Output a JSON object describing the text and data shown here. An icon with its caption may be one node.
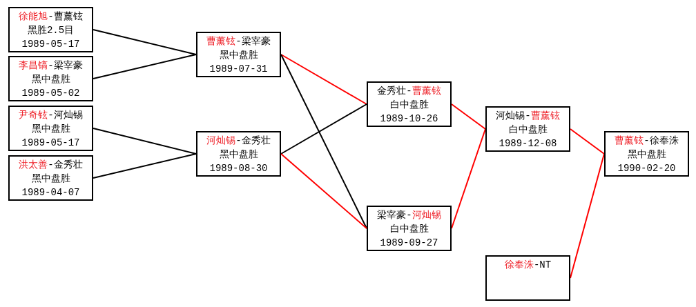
{
  "diagram": {
    "nodes": [
      {
        "text": [
          "徐能旭-曹薰铉",
          "黑胜2.5目",
          "1989-05-17"
        ]
      },
      {
        "text": [
          "李昌镐-梁宰豪",
          "黑中盘胜",
          "1989-05-02"
        ]
      },
      {
        "text": [
          "尹奇铉-河灿锡",
          "黑中盘胜",
          "1989-05-17"
        ]
      },
      {
        "text": [
          "洪太善-金秀壮",
          "黑中盘胜",
          "1989-04-07"
        ]
      },
      {
        "text": [
          "曹薰铉-梁宰豪",
          "黑中盘胜",
          "1989-07-31"
        ]
      },
      {
        "text": [
          "河灿锡-金秀壮",
          "黑中盘胜",
          "1989-08-30"
        ]
      },
      {
        "text": [
          "金秀壮-曹薰铉",
          "白中盘胜",
          "1989-10-26"
        ]
      },
      {
        "text": [
          "梁宰豪-河灿锡",
          "白中盘胜",
          "1989-09-27"
        ]
      },
      {
        "text": [
          "河灿锡-曹薰铉",
          "白中盘胜",
          "1989-12-08"
        ]
      },
      {
        "text": [
          "曹薰铉-徐奉洙",
          "黑中盘胜",
          "1990-02-20"
        ]
      },
      {
        "text": [
          "徐奉洙-NT"
        ]
      }
    ],
    "edges": [
      {
        "from": 0,
        "to": 4,
        "arrow": "none"
      },
      {
        "from": 1,
        "to": 4,
        "arrow": "none"
      },
      {
        "from": 2,
        "to": 5,
        "arrow": "none"
      },
      {
        "from": 3,
        "to": 5,
        "arrow": "none"
      },
      {
        "from": 4,
        "to": 6,
        "arrow": "none",
        "color": "#ff0000"
      },
      {
        "from": 4,
        "to": 7,
        "arrow": "none"
      },
      {
        "from": 5,
        "to": 6,
        "arrow": "none"
      },
      {
        "from": 5,
        "to": 7,
        "arrow": "none",
        "color": "#ff0000"
      },
      {
        "from": 6,
        "to": 8,
        "arrow": "none",
        "color": "#ff0000"
      },
      {
        "from": 7,
        "to": 8,
        "arrow": "none",
        "color": "#ff0000"
      },
      {
        "from": 8,
        "to": 9,
        "arrow": "none",
        "color": "#ff0000"
      },
      {
        "from": 10,
        "to": 9,
        "arrow": "none",
        "color": "#ff0000"
      }
    ]
  }
}
